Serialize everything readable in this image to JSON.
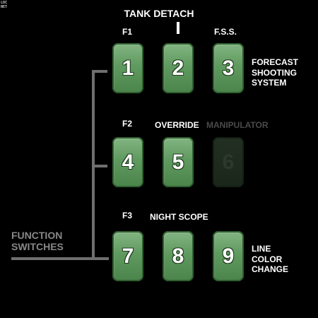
{
  "logo": {
    "line1": "LOC",
    "line2": "NET"
  },
  "title": "TANK DETACH",
  "labels": {
    "f1": "F1",
    "fss": "F.S.S.",
    "f2": "F2",
    "override": "OVERRIDE",
    "manipulator": "MANIPULATOR",
    "f3": "F3",
    "night_scope": "NIGHT SCOPE"
  },
  "side_labels": {
    "forecast": [
      "FORECAST",
      "SHOOTING",
      "SYSTEM"
    ],
    "line_color": [
      "LINE",
      "COLOR",
      "CHANGE"
    ]
  },
  "function_switches": [
    "FUNCTION",
    "SWITCHES"
  ],
  "keys": [
    "1",
    "2",
    "3",
    "4",
    "5",
    "6",
    "7",
    "8",
    "9"
  ],
  "key_states": [
    "enabled",
    "enabled",
    "enabled",
    "enabled",
    "enabled",
    "disabled",
    "enabled",
    "enabled",
    "enabled"
  ],
  "colors": {
    "key_green": "#5f9a5f",
    "disabled": "#1a261a",
    "bracket": "#6f6f6f"
  }
}
